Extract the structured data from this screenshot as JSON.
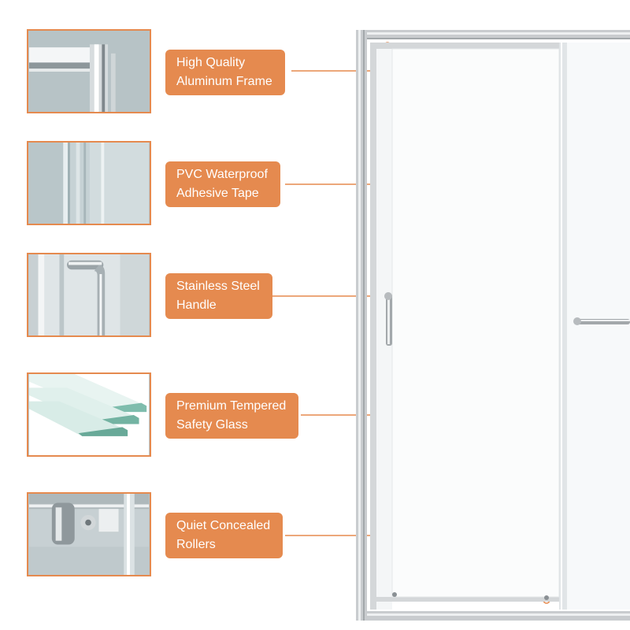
{
  "features": [
    {
      "line1": "High Quality",
      "line2": "Aluminum Frame",
      "icon": "aluminum-frame-closeup"
    },
    {
      "line1": "PVC Waterproof",
      "line2": "Adhesive Tape",
      "icon": "waterproof-strip-closeup"
    },
    {
      "line1": "Stainless Steel",
      "line2": "Handle",
      "icon": "handle-closeup"
    },
    {
      "line1": "Premium Tempered",
      "line2": "Safety Glass",
      "icon": "glass-panes-closeup"
    },
    {
      "line1": "Quiet Concealed",
      "line2": "Rollers",
      "icon": "roller-closeup"
    }
  ],
  "colors": {
    "accent": "#e58a4f",
    "frame": "#c9cccf",
    "glass": "#eef2f3"
  }
}
